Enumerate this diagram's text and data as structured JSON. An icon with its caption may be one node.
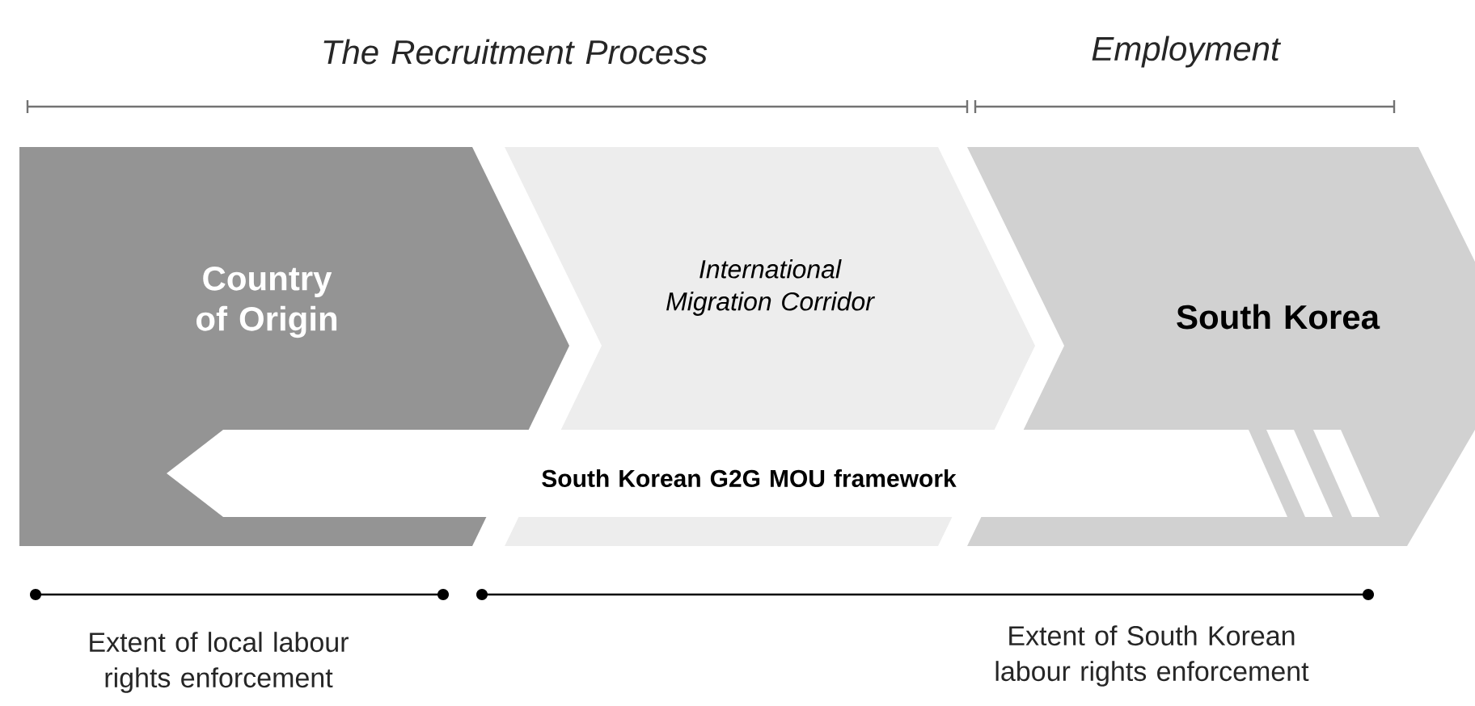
{
  "diagram": {
    "nodes": [
      {
        "text": [
          "Country of Origin"
        ]
      },
      {
        "text": [
          "International Migration Corridor"
        ]
      },
      {
        "text": [
          "South Korea"
        ]
      },
      {
        "text": [
          "South Korean G2G MOU framework"
        ]
      }
    ],
    "labels": [
      "The Recruitment Process",
      "Employment",
      "Extent of local labour rights enforcement",
      "Extent of South Korean labour rights enforcement"
    ]
  }
}
